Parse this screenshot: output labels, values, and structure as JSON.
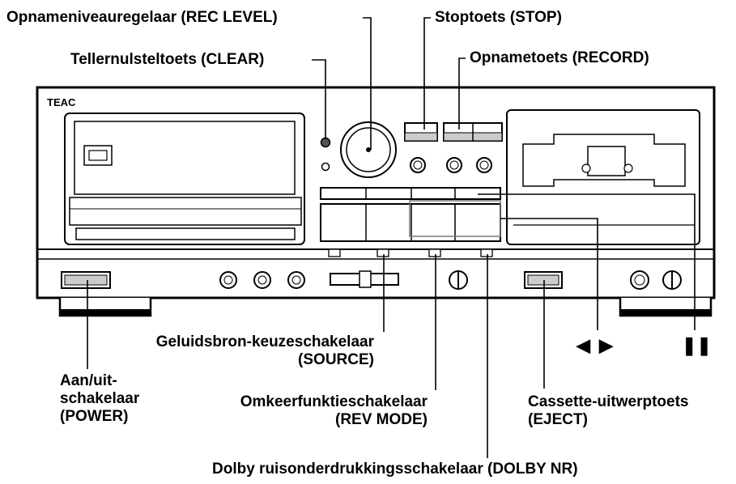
{
  "brand": "TEAC",
  "labels": {
    "rec_level": "Opnameniveauregelaar (REC LEVEL)",
    "clear": "Tellernulsteltoets (CLEAR)",
    "stop": "Stoptoets (STOP)",
    "record": "Opnametoets (RECORD)",
    "source_1": "Geluidsbron-keuzeschakelaar",
    "source_2": "(SOURCE)",
    "power_1": "Aan/uit-",
    "power_2": "schakelaar",
    "power_3": "(POWER)",
    "rev_mode_1": "Omkeerfunktieschakelaar",
    "rev_mode_2": "(REV MODE)",
    "eject_1": "Cassette-uitwerptoets",
    "eject_2": "(EJECT)",
    "dolby": "Dolby ruisonderdrukkingsschakelaar (DOLBY NR)"
  },
  "symbols": {
    "play_reverse": "◀",
    "play_forward": "▶",
    "pause": "❚❚"
  }
}
